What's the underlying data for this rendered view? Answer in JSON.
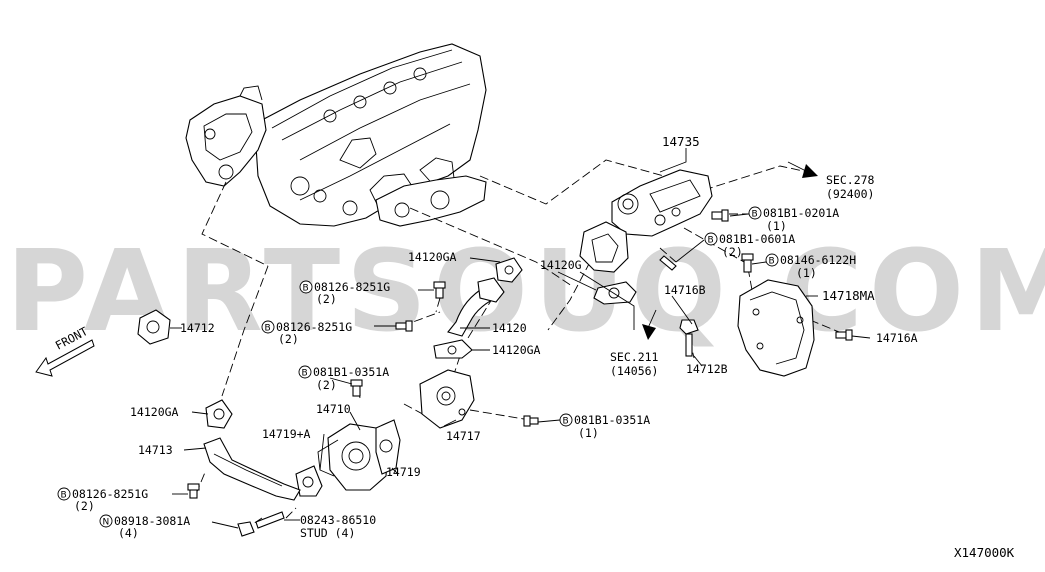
{
  "watermark": "PARTSOUQ.COM",
  "diagram_code": "X147000K",
  "front_label": "FRONT",
  "labels": {
    "p14735": "14735",
    "sec278_a": "SEC.278",
    "sec278_b": "(92400)",
    "b0201_a": "081B1-0201A",
    "b0201_q": "(1)",
    "b0601_a": "081B1-0601A",
    "b0601_q": "(2)",
    "b6122_a": "08146-6122H",
    "b6122_q": "(1)",
    "p14120ga_top": "14120GA",
    "p14120g": "14120G",
    "p14716b": "14716B",
    "p14718ma": "14718MA",
    "p14716a": "14716A",
    "b8251_top_a": "08126-8251G",
    "b8251_top_q": "(2)",
    "b8251_mid_a": "08126-8251G",
    "b8251_mid_q": "(2)",
    "p14120": "14120",
    "p14120ga_mid": "14120GA",
    "p14712": "14712",
    "sec211_a": "SEC.211",
    "sec211_b": "(14056)",
    "p14712b": "14712B",
    "b0351_left_a": "081B1-0351A",
    "b0351_left_q": "(2)",
    "p14710": "14710",
    "p14717": "14717",
    "b0351_right_a": "081B1-0351A",
    "b0351_right_q": "(1)",
    "p14120ga_left": "14120GA",
    "p14719a": "14719+A",
    "p14713": "14713",
    "p14719": "14719",
    "b8251_bot_a": "08126-8251G",
    "b8251_bot_q": "(2)",
    "n3081_a": "08918-3081A",
    "n3081_q": "(4)",
    "stud_a": "08243-86510",
    "stud_b": "STUD (4)"
  },
  "symbols": {
    "bolt": "B",
    "nut": "N"
  }
}
